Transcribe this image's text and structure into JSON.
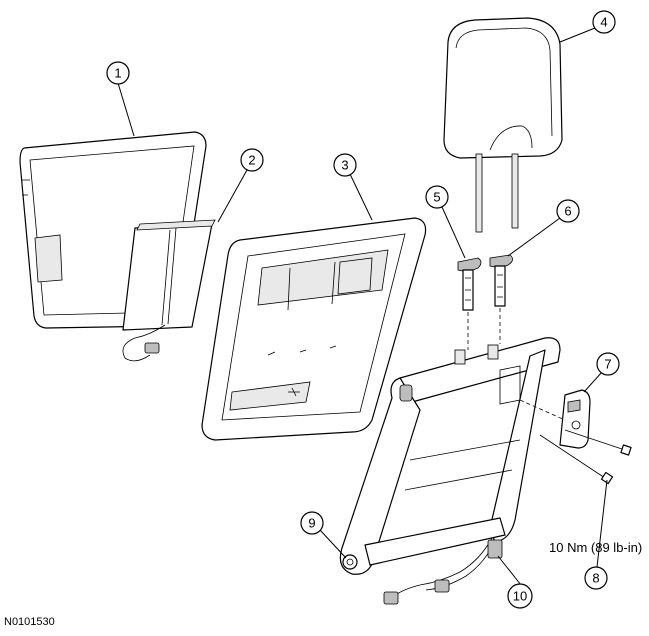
{
  "callouts": [
    "1",
    "2",
    "3",
    "4",
    "5",
    "6",
    "7",
    "8",
    "9",
    "10"
  ],
  "torque_spec": "10 Nm (89 lb-in)",
  "figure_code": "N0101530"
}
